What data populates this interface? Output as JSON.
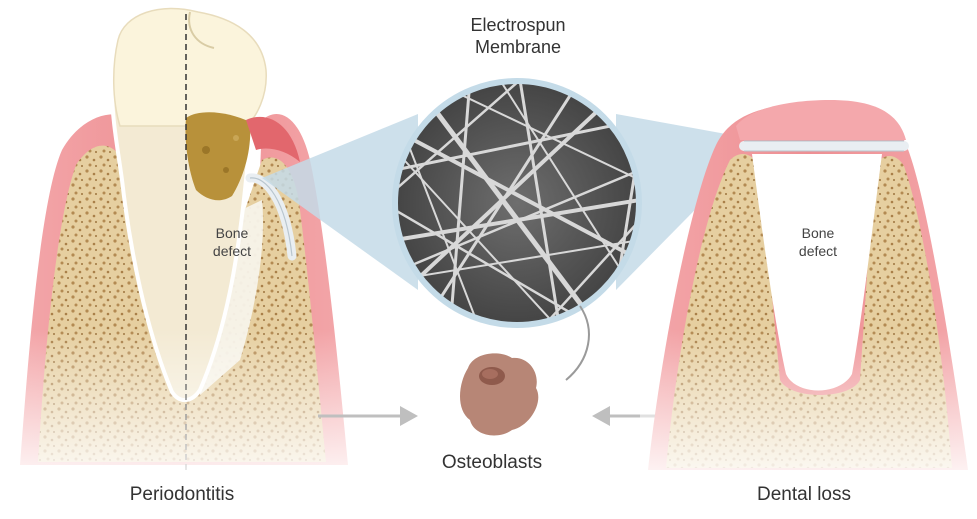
{
  "diagram": {
    "membrane_label_line1": "Electrospun",
    "membrane_label_line2": "Membrane",
    "left_defect_line1": "Bone",
    "left_defect_line2": "defect",
    "right_defect_line1": "Bone",
    "right_defect_line2": "defect",
    "cell_label": "Osteoblasts",
    "left_caption": "Periodontitis",
    "right_caption": "Dental loss"
  },
  "colors": {
    "gum": "#ee8f93",
    "gum_light": "#f7c9cb",
    "bone": "#e6cfa0",
    "bone_dots": "#b38a52",
    "tooth": "#f3ead3",
    "crown": "#fbf4dc",
    "plaque": "#b8913a",
    "membrane": "#e9eef2",
    "magnifier": "#c4dbe8",
    "cell": "#b78676",
    "arrow": "#bfbfbf"
  }
}
